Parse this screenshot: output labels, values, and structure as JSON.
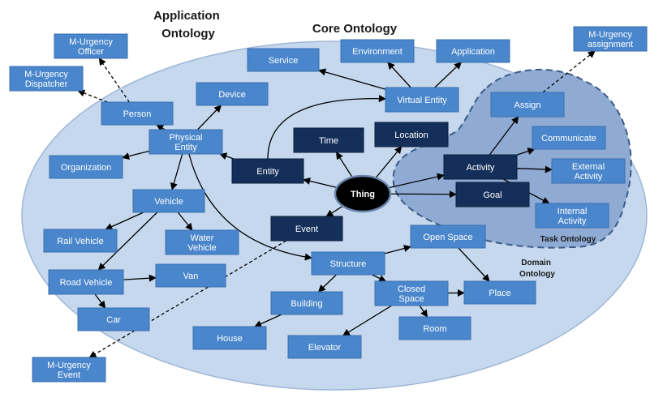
{
  "titles": {
    "application_ontology": [
      "Application",
      "Ontology"
    ],
    "core_ontology": "Core Ontology",
    "task_ontology": "Task Ontology",
    "domain_ontology": [
      "Domain",
      "Ontology"
    ]
  },
  "colors": {
    "background": "#ffffff",
    "outer_ellipse": "#c5d8ee",
    "task_region": "#8fabd4",
    "light_box": "#4a86cc",
    "dark_box": "#14305a",
    "thing_node": "#000000",
    "arrow": "#000000",
    "title_text": "#1a1a1a"
  },
  "nodes": {
    "m_urgency_officer": {
      "lines": [
        "M-Urgency",
        "Officer"
      ],
      "style": "light"
    },
    "m_urgency_dispatcher": {
      "lines": [
        "M-Urgency",
        "Dispatcher"
      ],
      "style": "light"
    },
    "m_urgency_assignment": {
      "lines": [
        "M-Urgency",
        "assignment"
      ],
      "style": "light"
    },
    "m_urgency_event": {
      "lines": [
        "M-Urgency",
        "Event"
      ],
      "style": "light"
    },
    "service": {
      "lines": [
        "Service"
      ],
      "style": "light"
    },
    "environment": {
      "lines": [
        "Environment"
      ],
      "style": "light"
    },
    "application": {
      "lines": [
        "Application"
      ],
      "style": "light"
    },
    "device": {
      "lines": [
        "Device"
      ],
      "style": "light"
    },
    "virtual_entity": {
      "lines": [
        "Virtual Entity"
      ],
      "style": "light"
    },
    "person": {
      "lines": [
        "Person"
      ],
      "style": "light"
    },
    "physical_entity": {
      "lines": [
        "Physical",
        "Entity"
      ],
      "style": "light"
    },
    "organization": {
      "lines": [
        "Organization"
      ],
      "style": "light"
    },
    "time": {
      "lines": [
        "Time"
      ],
      "style": "dark"
    },
    "location": {
      "lines": [
        "Location"
      ],
      "style": "dark"
    },
    "entity": {
      "lines": [
        "Entity"
      ],
      "style": "dark"
    },
    "thing": {
      "lines": [
        "Thing"
      ],
      "style": "thing"
    },
    "event": {
      "lines": [
        "Event"
      ],
      "style": "dark"
    },
    "activity": {
      "lines": [
        "Activity"
      ],
      "style": "dark"
    },
    "goal": {
      "lines": [
        "Goal"
      ],
      "style": "dark"
    },
    "assign": {
      "lines": [
        "Assign"
      ],
      "style": "light"
    },
    "communicate": {
      "lines": [
        "Communicate"
      ],
      "style": "light"
    },
    "external_activity": {
      "lines": [
        "External",
        "Activity"
      ],
      "style": "light"
    },
    "internal_activity": {
      "lines": [
        "Internal",
        "Activity"
      ],
      "style": "light"
    },
    "vehicle": {
      "lines": [
        "Vehicle"
      ],
      "style": "light"
    },
    "rail_vehicle": {
      "lines": [
        "Rail Vehicle"
      ],
      "style": "light"
    },
    "water_vehicle": {
      "lines": [
        "Water",
        "Vehicle"
      ],
      "style": "light"
    },
    "road_vehicle": {
      "lines": [
        "Road Vehicle"
      ],
      "style": "light"
    },
    "van": {
      "lines": [
        "Van"
      ],
      "style": "light"
    },
    "car": {
      "lines": [
        "Car"
      ],
      "style": "light"
    },
    "structure": {
      "lines": [
        "Structure"
      ],
      "style": "light"
    },
    "open_space": {
      "lines": [
        "Open Space"
      ],
      "style": "light"
    },
    "closed_space": {
      "lines": [
        "Closed",
        "Space"
      ],
      "style": "light"
    },
    "place": {
      "lines": [
        "Place"
      ],
      "style": "light"
    },
    "building": {
      "lines": [
        "Building"
      ],
      "style": "light"
    },
    "room": {
      "lines": [
        "Room"
      ],
      "style": "light"
    },
    "house": {
      "lines": [
        "House"
      ],
      "style": "light"
    },
    "elevator": {
      "lines": [
        "Elevator"
      ],
      "style": "light"
    }
  },
  "edges": [
    {
      "from": "thing",
      "to": "entity",
      "kind": "solid"
    },
    {
      "from": "thing",
      "to": "time",
      "kind": "solid"
    },
    {
      "from": "thing",
      "to": "location",
      "kind": "solid"
    },
    {
      "from": "thing",
      "to": "event",
      "kind": "solid"
    },
    {
      "from": "thing",
      "to": "activity",
      "kind": "solid"
    },
    {
      "from": "thing",
      "to": "goal",
      "kind": "solid"
    },
    {
      "from": "entity",
      "to": "physical_entity",
      "kind": "solid"
    },
    {
      "from": "entity",
      "to": "virtual_entity",
      "kind": "solid"
    },
    {
      "from": "virtual_entity",
      "to": "service",
      "kind": "solid"
    },
    {
      "from": "virtual_entity",
      "to": "environment",
      "kind": "solid"
    },
    {
      "from": "virtual_entity",
      "to": "application",
      "kind": "solid"
    },
    {
      "from": "physical_entity",
      "to": "device",
      "kind": "solid"
    },
    {
      "from": "physical_entity",
      "to": "person",
      "kind": "solid"
    },
    {
      "from": "physical_entity",
      "to": "organization",
      "kind": "solid"
    },
    {
      "from": "physical_entity",
      "to": "vehicle",
      "kind": "solid"
    },
    {
      "from": "physical_entity",
      "to": "structure",
      "kind": "solid"
    },
    {
      "from": "vehicle",
      "to": "rail_vehicle",
      "kind": "solid"
    },
    {
      "from": "vehicle",
      "to": "water_vehicle",
      "kind": "solid"
    },
    {
      "from": "vehicle",
      "to": "road_vehicle",
      "kind": "solid"
    },
    {
      "from": "road_vehicle",
      "to": "van",
      "kind": "solid"
    },
    {
      "from": "road_vehicle",
      "to": "car",
      "kind": "solid"
    },
    {
      "from": "structure",
      "to": "open_space",
      "kind": "solid"
    },
    {
      "from": "structure",
      "to": "closed_space",
      "kind": "solid"
    },
    {
      "from": "structure",
      "to": "building",
      "kind": "solid"
    },
    {
      "from": "open_space",
      "to": "place",
      "kind": "solid"
    },
    {
      "from": "closed_space",
      "to": "place",
      "kind": "solid"
    },
    {
      "from": "closed_space",
      "to": "room",
      "kind": "solid"
    },
    {
      "from": "closed_space",
      "to": "elevator",
      "kind": "solid"
    },
    {
      "from": "building",
      "to": "house",
      "kind": "solid"
    },
    {
      "from": "activity",
      "to": "assign",
      "kind": "solid"
    },
    {
      "from": "activity",
      "to": "communicate",
      "kind": "solid"
    },
    {
      "from": "activity",
      "to": "external_activity",
      "kind": "solid"
    },
    {
      "from": "activity",
      "to": "internal_activity",
      "kind": "solid"
    },
    {
      "from": "person",
      "to": "m_urgency_officer",
      "kind": "dashed"
    },
    {
      "from": "person",
      "to": "m_urgency_dispatcher",
      "kind": "dashed"
    },
    {
      "from": "assign",
      "to": "m_urgency_assignment",
      "kind": "dashed"
    },
    {
      "from": "event",
      "to": "m_urgency_event",
      "kind": "dashed"
    }
  ]
}
